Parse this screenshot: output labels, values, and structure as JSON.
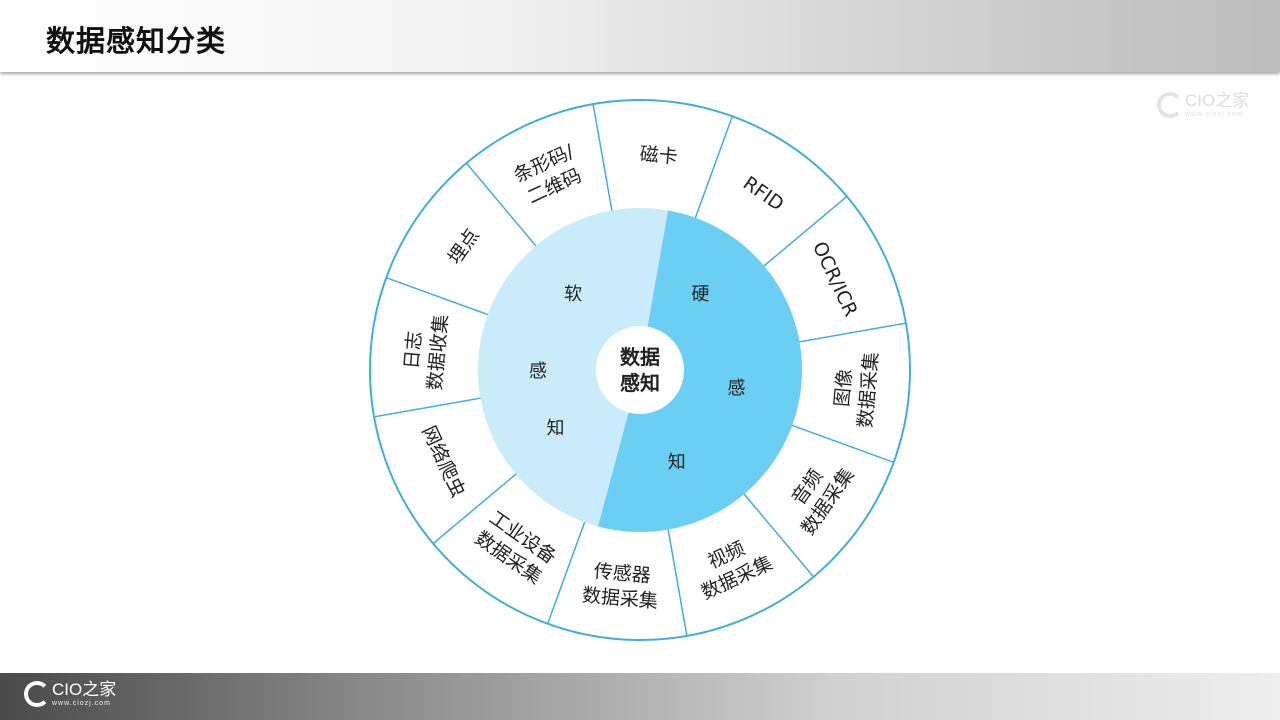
{
  "header": {
    "title": "数据感知分类"
  },
  "watermark": {
    "brand": "CIO之家",
    "site": "www.ciozj.com"
  },
  "footer": {
    "brand": "CIO之家",
    "site": "www.ciozj.com"
  },
  "diagram": {
    "center": [
      "数据",
      "感知"
    ],
    "ring": {
      "hard": {
        "label": "硬感知",
        "chars": [
          "硬",
          "感",
          "知"
        ],
        "color": "#6bcef3"
      },
      "soft": {
        "label": "软感知",
        "chars": [
          "软",
          "感",
          "知"
        ],
        "color": "#c9ebfa"
      }
    },
    "outer_stroke": "#41aed8",
    "segments": [
      {
        "lines": [
          "磁卡"
        ]
      },
      {
        "lines": [
          "RFID"
        ]
      },
      {
        "lines": [
          "OCR/ICR"
        ]
      },
      {
        "lines": [
          "图像",
          "数据采集"
        ]
      },
      {
        "lines": [
          "音频",
          "数据采集"
        ]
      },
      {
        "lines": [
          "视频",
          "数据采集"
        ]
      },
      {
        "lines": [
          "传感器",
          "数据采集"
        ]
      },
      {
        "lines": [
          "工业设备",
          "数据采集"
        ]
      },
      {
        "lines": [
          "网络爬虫"
        ]
      },
      {
        "lines": [
          "日志",
          "数据收集"
        ]
      },
      {
        "lines": [
          "埋点"
        ]
      },
      {
        "lines": [
          "条形码/",
          "二维码"
        ]
      }
    ]
  }
}
